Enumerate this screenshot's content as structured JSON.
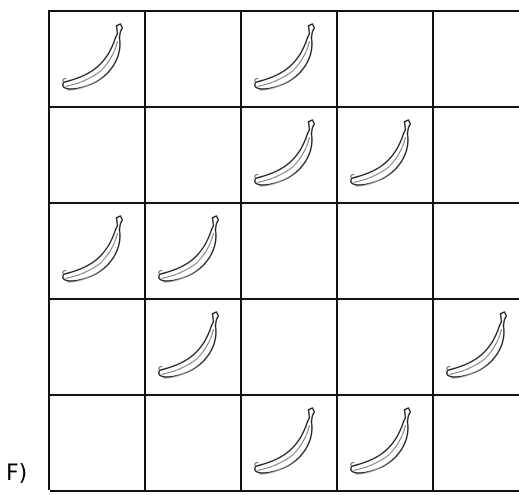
{
  "option_label": "F)",
  "grid": {
    "rows": 5,
    "cols": 5,
    "icon": "banana-icon",
    "cells": [
      [
        true,
        false,
        true,
        false,
        false
      ],
      [
        false,
        false,
        true,
        true,
        false
      ],
      [
        true,
        true,
        false,
        false,
        false
      ],
      [
        false,
        true,
        false,
        false,
        true
      ],
      [
        false,
        false,
        true,
        true,
        false
      ]
    ]
  }
}
